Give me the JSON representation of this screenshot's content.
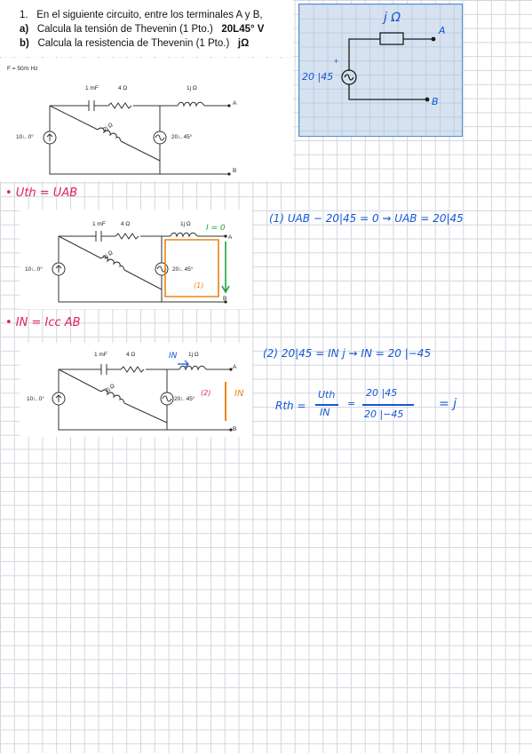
{
  "question": {
    "number": "1.",
    "intro": "En el siguiente circuito, entre los terminales A y B,",
    "item_a_label": "a)",
    "item_a_text": "Calcula la tensión de Thevenin (1 Pto.)",
    "item_a_answer": "20L45° V",
    "item_b_label": "b)",
    "item_b_text": "Calcula la resistencia de Thevenin (1 Pto.)",
    "item_b_answer": "jΩ"
  },
  "frequency": "F = 50/π Hz",
  "circuit": {
    "capacitor": "1 mF",
    "resistor": "4 Ω",
    "inductor_top": "1j Ω",
    "inductor_diag": "2j Ω",
    "source_left": "10∟0°",
    "source_right": "20∟45°",
    "terminal_a": "A",
    "terminal_b": "B"
  },
  "sketch": {
    "impedance": "j Ω",
    "source": "20 |45",
    "plus": "+",
    "terminal_a": "A",
    "terminal_b": "B"
  },
  "notes": {
    "vth_bullet": "• Uth = UAB",
    "in_bullet": "• IN = Icc AB",
    "current_zero": "I = 0",
    "loop_mark": "(1)",
    "eq1": "(1)  UAB − 20|45 = 0  ⇝  UAB = 20|45",
    "in_label": "IN",
    "in_label_right": "IN",
    "loop_mark2": "(2)",
    "eq2": "(2)  20|45 = IN j  ⇝  IN = 20 |−45",
    "rth_label": "Rth =",
    "rth_frac_num": "Uth",
    "rth_frac_den": "IN",
    "rth_eq": "=",
    "rth_num": "20 |45",
    "rth_den": "20 |−45",
    "rth_result": "= j"
  },
  "colors": {
    "ink_blue": "#1457d6",
    "ink_red": "#e0205a",
    "ink_green": "#1ca33a",
    "ink_orange": "#e88516",
    "sketch_bg": "#d6e2ef",
    "sketch_border": "#4a8fd8",
    "grid": "#d3d6de"
  }
}
